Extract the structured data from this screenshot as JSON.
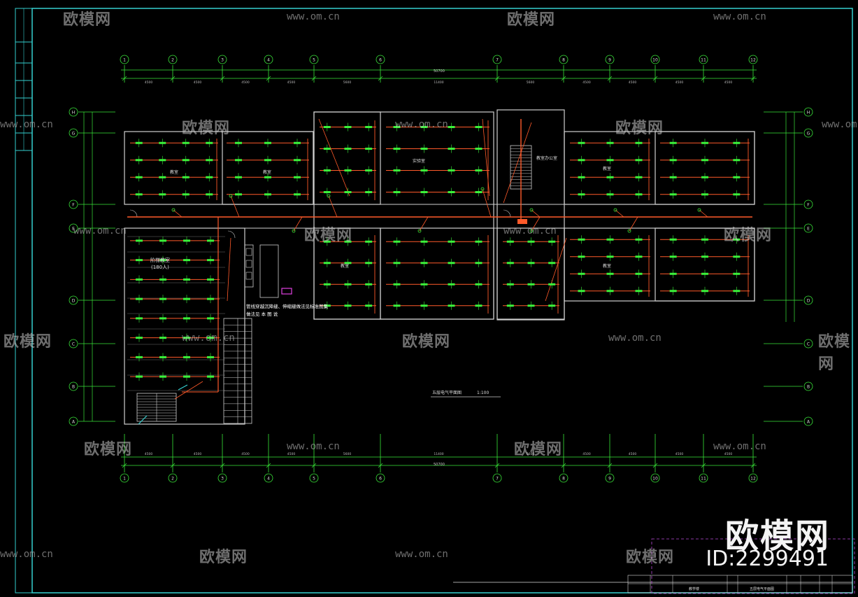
{
  "drawing": {
    "plan_title": "五层电气平面图",
    "plan_scale": "1:100",
    "axis_numbers": [
      "1",
      "2",
      "3",
      "4",
      "5",
      "6",
      "7",
      "8",
      "9",
      "10",
      "11",
      "12"
    ],
    "axis_letters": [
      "H",
      "G",
      "F",
      "E",
      "D",
      "C",
      "B",
      "A"
    ],
    "top_dims": [
      "4500",
      "4500",
      "4500",
      "4500",
      "5600",
      "11400",
      "5600",
      "4500",
      "4500",
      "4500",
      "4500"
    ],
    "total_dim": "50700",
    "room_labels": {
      "lecture_hall": "阶梯教室",
      "lecture_hall_cap": "(180人)",
      "classroom": "教室",
      "lab": "实验室",
      "office": "教室办公室"
    },
    "note_line1": "管线穿越沉降缝、伸缩缝做法见标准图集",
    "note_line2": "做法见 本 图 说"
  },
  "title_block": {
    "drawing_name": "五层电气平面图",
    "project": "教学楼"
  },
  "watermark": {
    "brand": "欧模网",
    "url": "www.om.cn",
    "id": "ID:2299491"
  },
  "colors": {
    "background": "#000000",
    "frame": "#35d0d0",
    "axis": "#39e639",
    "wall": "#cfcfcf",
    "wiring": "#ff5a2a",
    "fixture": "#3bf23b",
    "accent": "#e040e0"
  }
}
